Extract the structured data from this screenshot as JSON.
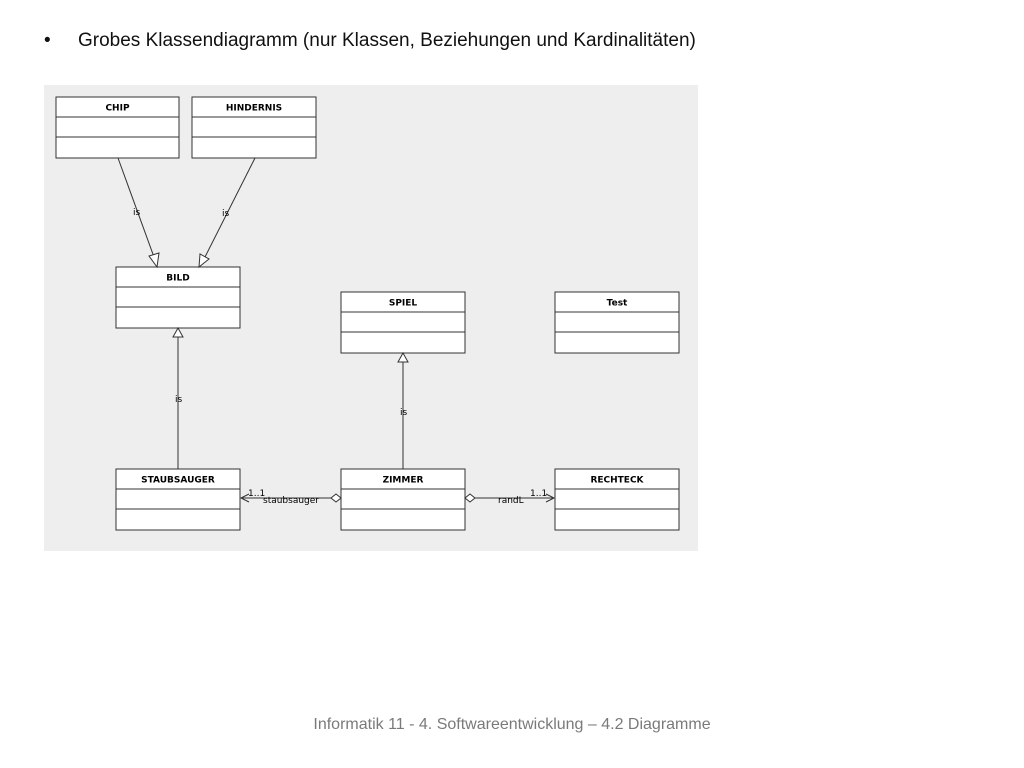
{
  "slide": {
    "bullet": "•",
    "heading": "Grobes Klassendiagramm (nur Klassen, Beziehungen und Kardinalitäten)",
    "footer": "Informatik 11 - 4. Softwareentwicklung – 4.2 Diagramme"
  },
  "diagram": {
    "background": "#eeeeee",
    "classes": {
      "chip": "CHIP",
      "hindernis": "HINDERNIS",
      "bild": "BILD",
      "spiel": "SPIEL",
      "test": "Test",
      "staubsauger": "STAUBSAUGER",
      "zimmer": "ZIMMER",
      "rechteck": "RECHTECK"
    },
    "relations": {
      "chip_bild": "is",
      "hindernis_bild": "is",
      "staubsauger_bild": "is",
      "zimmer_spiel": "is",
      "zimmer_staubsauger_role": "staubsauger",
      "zimmer_staubsauger_mult": "1..1",
      "zimmer_rechteck_role": "randL",
      "zimmer_rechteck_mult": "1..1"
    }
  }
}
